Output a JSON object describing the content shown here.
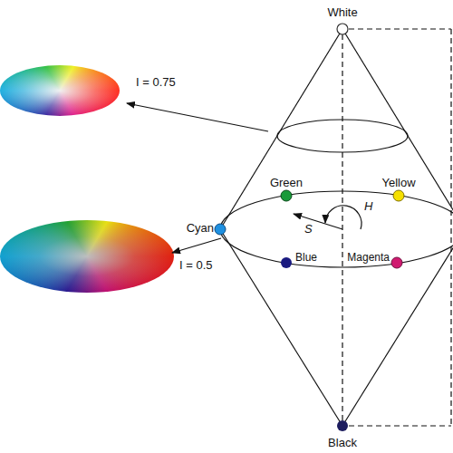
{
  "diagram": {
    "labels": [
      "White",
      "Green",
      "Yellow",
      "H",
      "S",
      "I = 0.75",
      "Cyan",
      "I = 0.5",
      "Blue",
      "Magenta",
      "Black"
    ]
  }
}
